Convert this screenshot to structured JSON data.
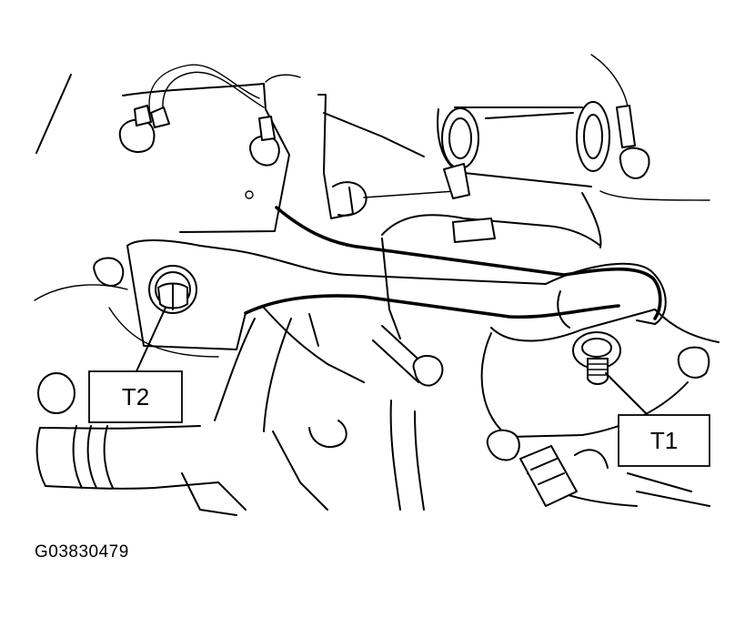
{
  "callouts": [
    {
      "id": "t1",
      "label": "T1"
    },
    {
      "id": "t2",
      "label": "T2"
    }
  ],
  "figure_id": "G03830479",
  "colors": {
    "line": "#000000",
    "background": "#ffffff"
  }
}
